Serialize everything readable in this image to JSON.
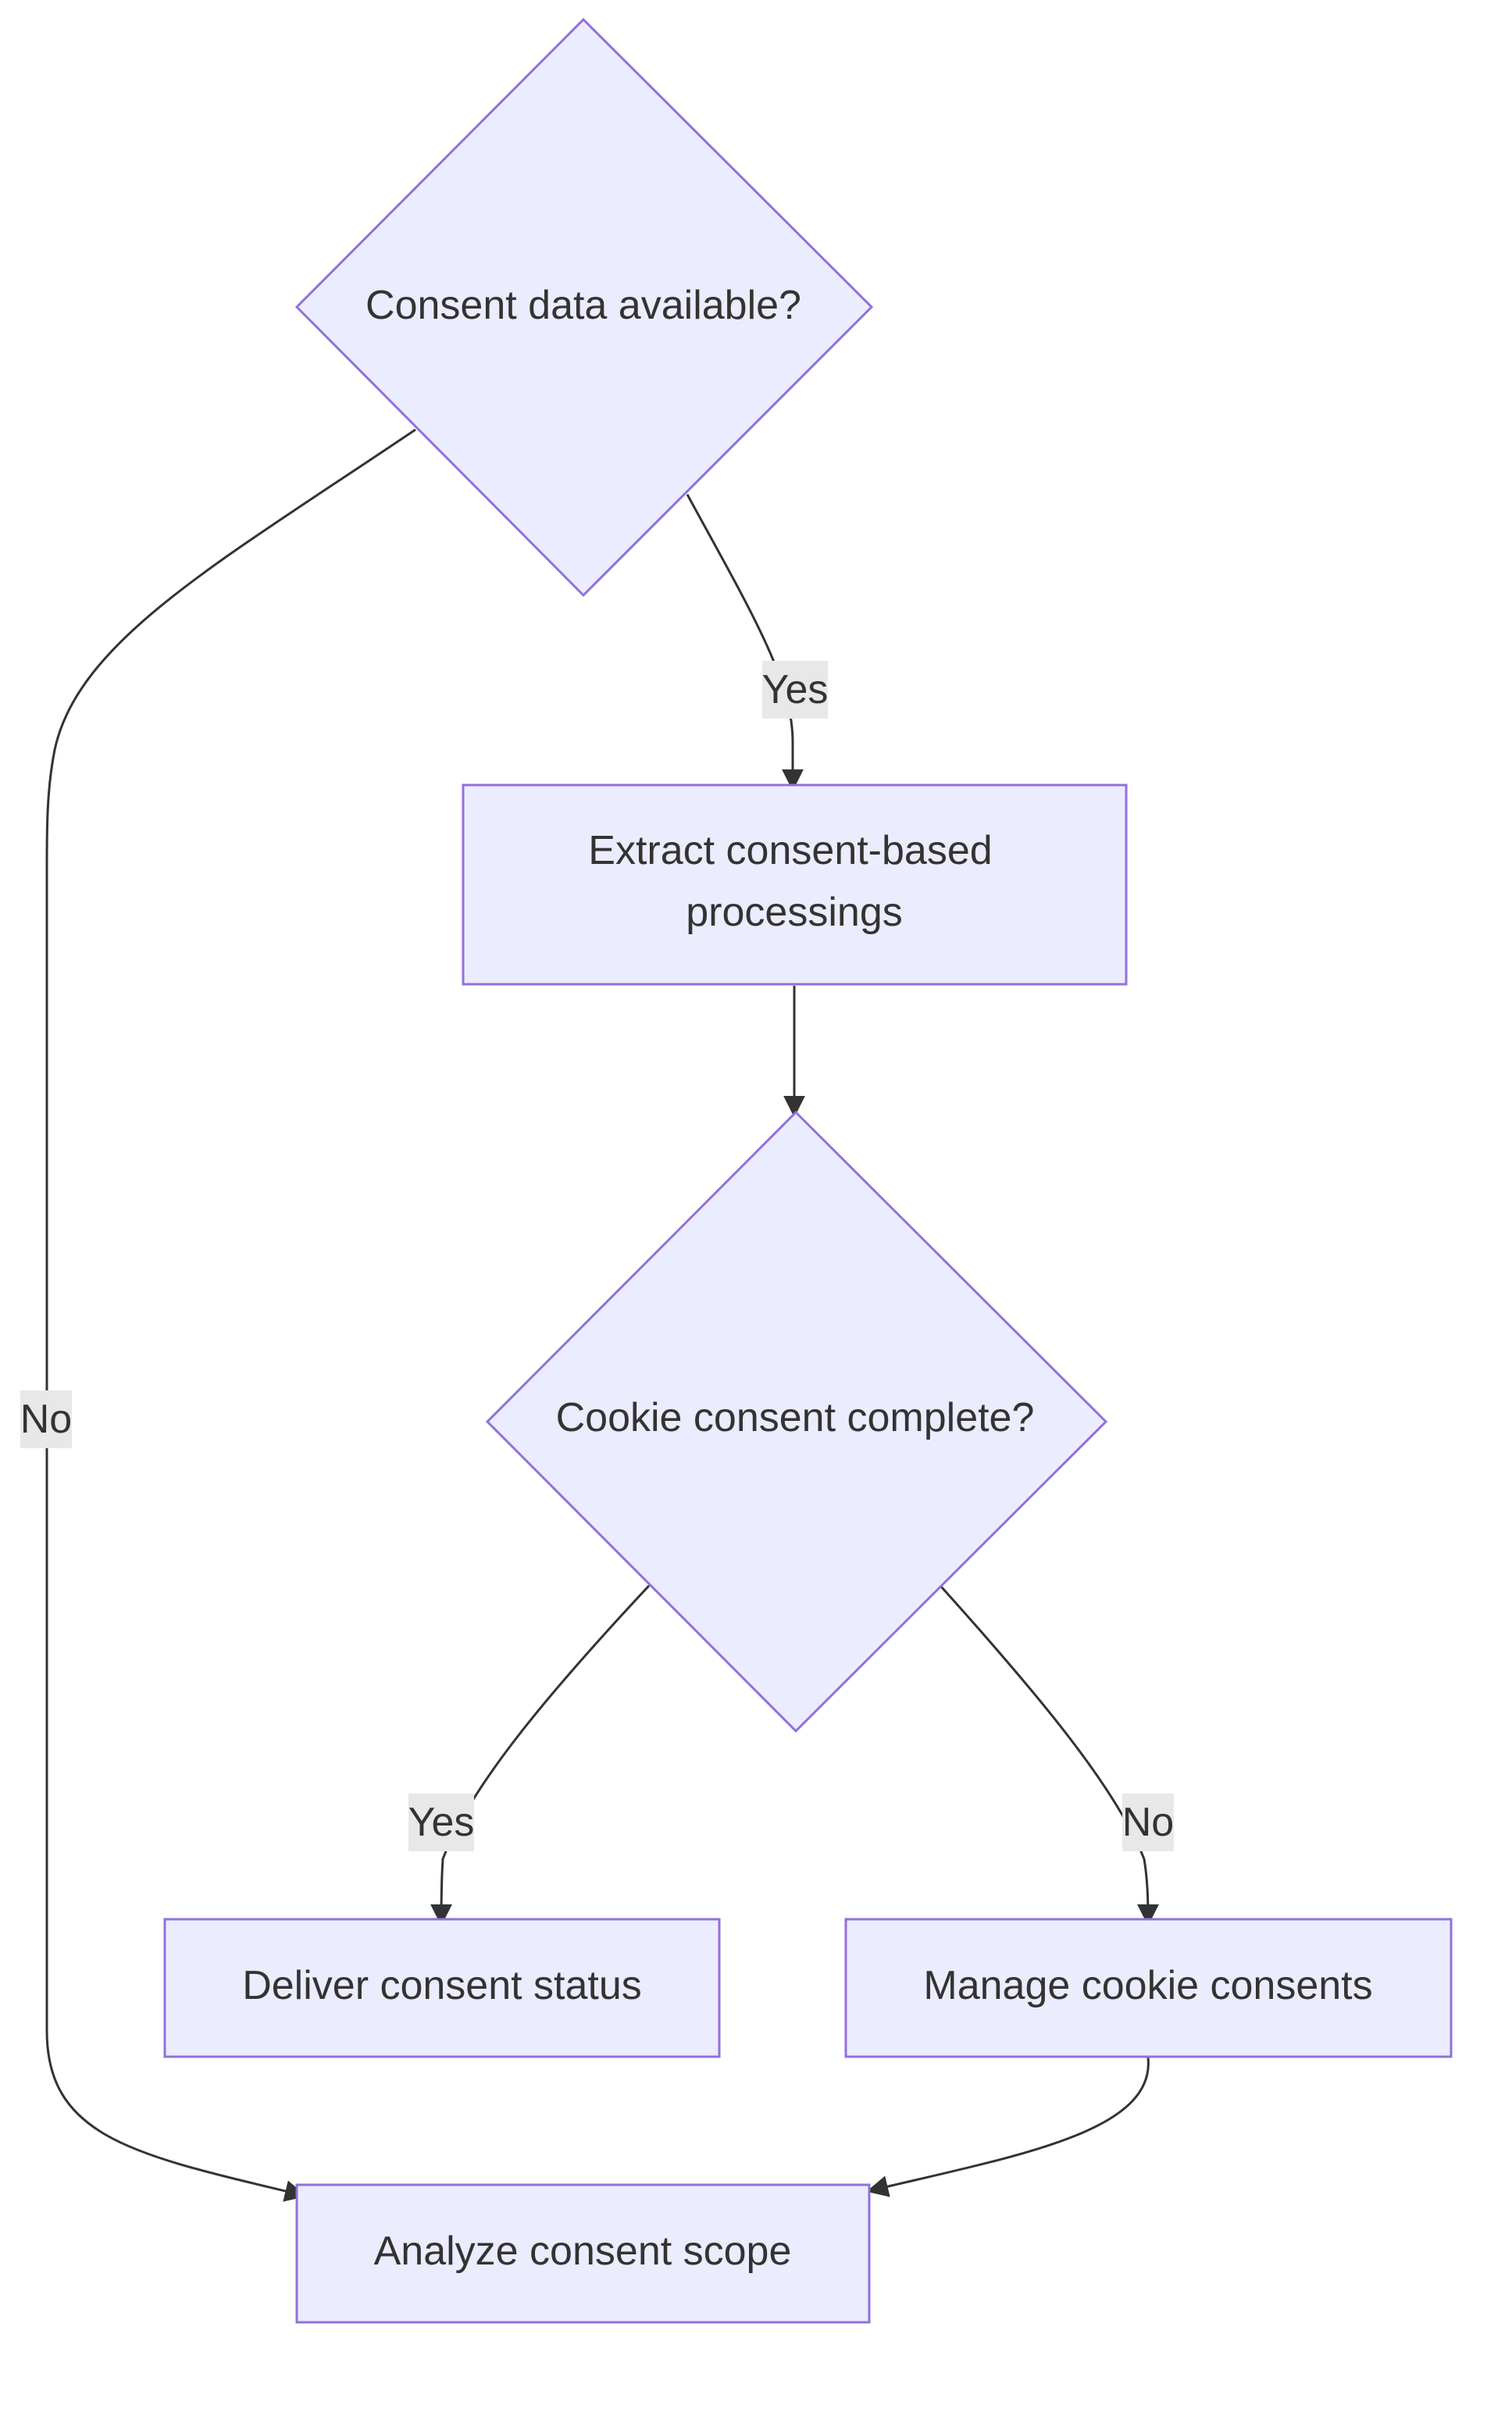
{
  "diagram": {
    "type": "flowchart",
    "colors": {
      "node_fill": "#ECECFF",
      "node_stroke": "#9370DB",
      "edge": "#333333",
      "label_bg": "#E8E8E8",
      "text": "#333333"
    },
    "nodes": {
      "consent_available": {
        "shape": "diamond",
        "label": "Consent data available?"
      },
      "extract": {
        "shape": "rect",
        "label_lines": [
          "Extract consent-based",
          "processings"
        ]
      },
      "cookie_complete": {
        "shape": "diamond",
        "label": "Cookie consent complete?"
      },
      "deliver": {
        "shape": "rect",
        "label": "Deliver consent status"
      },
      "manage": {
        "shape": "rect",
        "label": "Manage cookie consents"
      },
      "analyze": {
        "shape": "rect",
        "label": "Analyze consent scope"
      }
    },
    "edges": {
      "available_yes": {
        "from": "consent_available",
        "to": "extract",
        "label": "Yes"
      },
      "available_no": {
        "from": "consent_available",
        "to": "analyze",
        "label": "No"
      },
      "extract_to_cookie": {
        "from": "extract",
        "to": "cookie_complete",
        "label": ""
      },
      "cookie_yes": {
        "from": "cookie_complete",
        "to": "deliver",
        "label": "Yes"
      },
      "cookie_no": {
        "from": "cookie_complete",
        "to": "manage",
        "label": "No"
      },
      "manage_to_analyze": {
        "from": "manage",
        "to": "analyze",
        "label": ""
      }
    }
  }
}
